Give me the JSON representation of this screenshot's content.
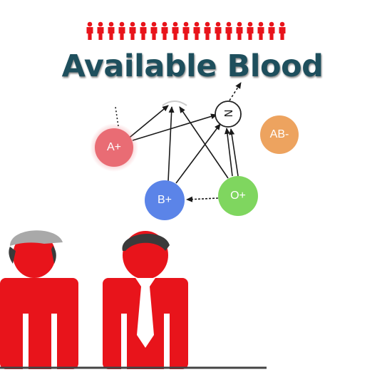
{
  "title": "Available Blood",
  "colors": {
    "accent_red": "#e8141b",
    "title_teal": "#1e4f5d",
    "node_a_pos": "#e96c74",
    "node_b_pos": "#5b84e8",
    "node_o_pos": "#7fd65f",
    "node_ab_neg": "#eda35f"
  },
  "header_people_icon": "person-row-icon",
  "nodes": {
    "a_pos": "A+",
    "b_pos": "B+",
    "o_pos": "O+",
    "ab_neg": "AB-",
    "n": "N"
  },
  "figures": [
    "person-with-cap-icon",
    "person-with-tie-icon"
  ]
}
